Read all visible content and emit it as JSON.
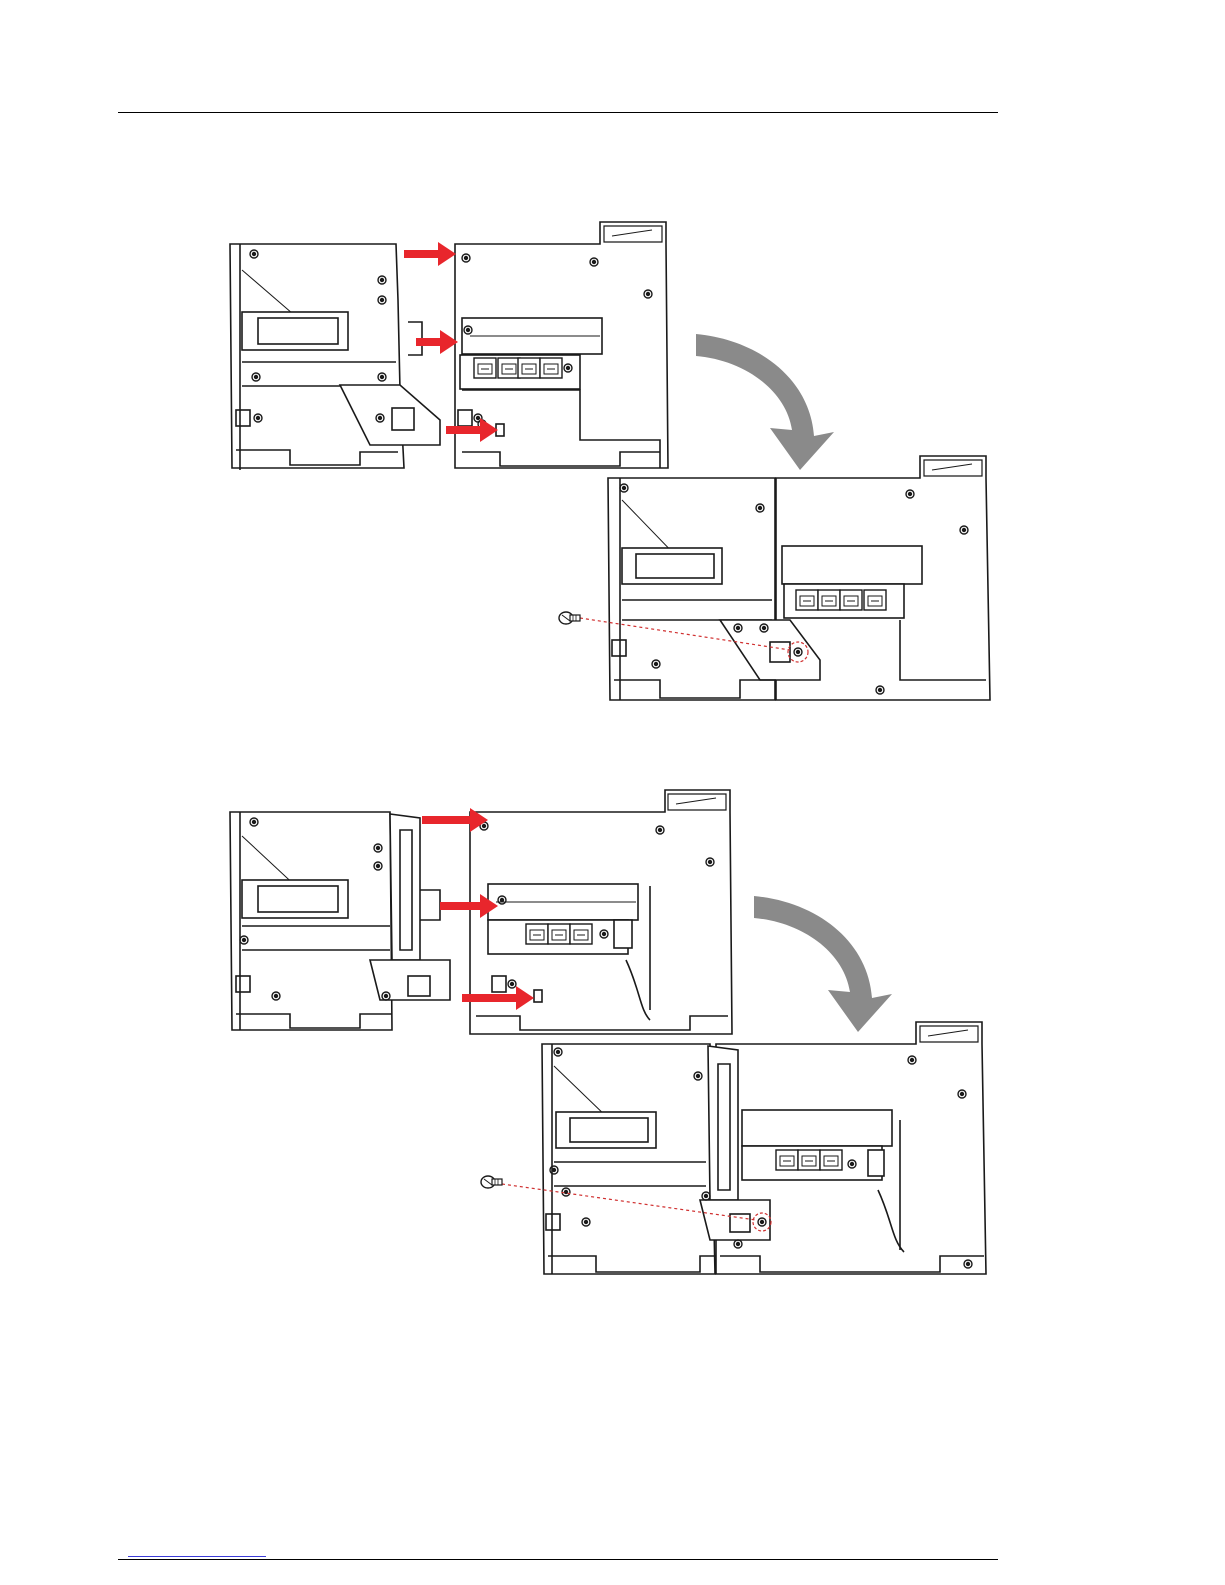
{
  "page": {
    "header_rule": true,
    "footer_link_color": "#3b3bd6"
  },
  "colors": {
    "arrow_red": "#e8262c",
    "arrow_gray": "#8a8a8a",
    "line": "#1a1a1a",
    "hint_line": "#d03030"
  },
  "figures": [
    {
      "name": "figure-1",
      "type": "two-unit-attach-diagram"
    },
    {
      "name": "figure-2",
      "type": "two-unit-attach-diagram-with-bracket"
    }
  ],
  "icons": [
    "push-arrow-icon",
    "rotate-arrow-icon",
    "screw-icon"
  ]
}
